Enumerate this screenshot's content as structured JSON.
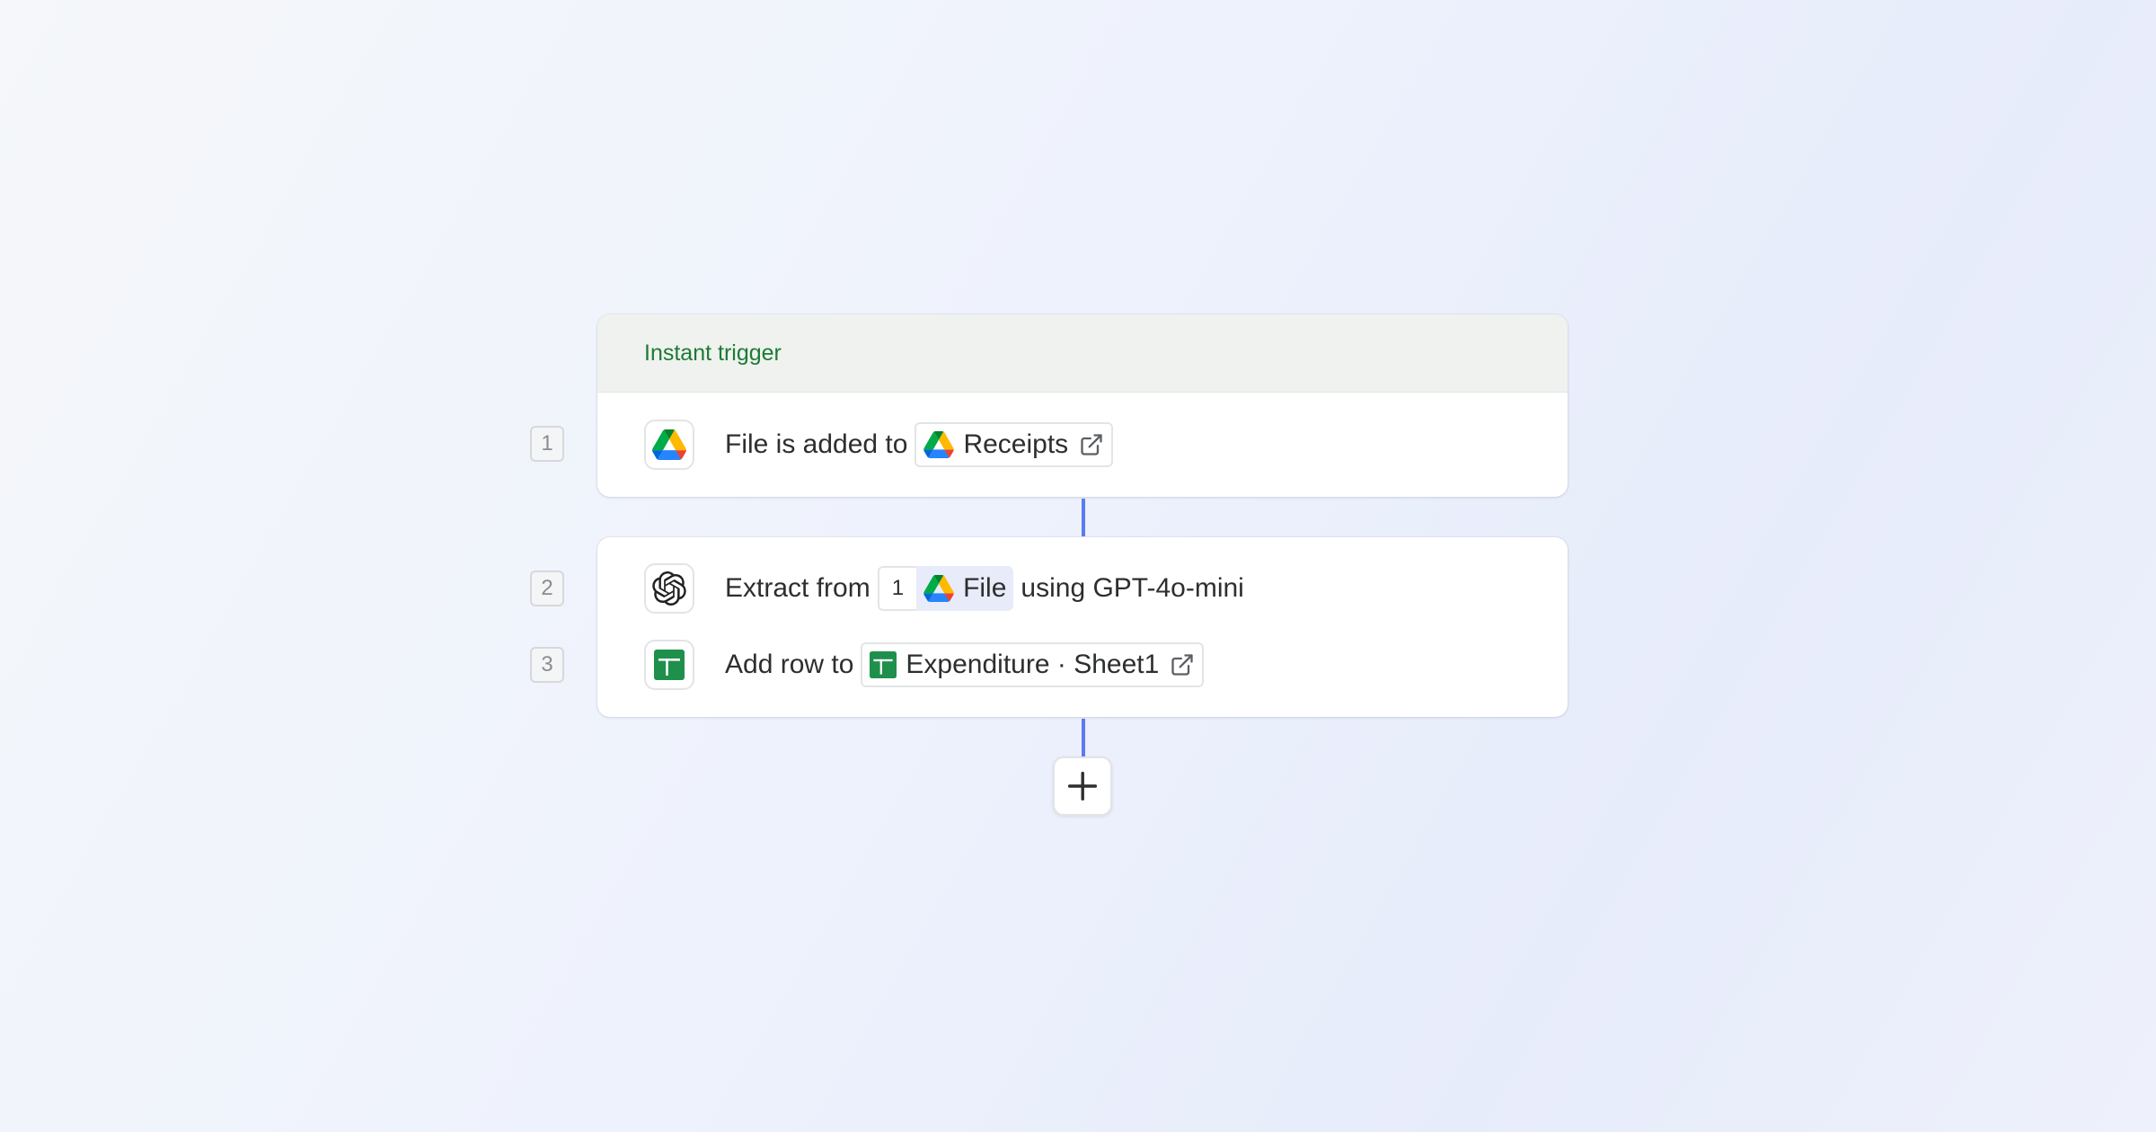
{
  "trigger": {
    "header": "Instant trigger",
    "step_number": "1",
    "action_text": "File is added to",
    "folder_label": "Receipts"
  },
  "steps": [
    {
      "step_number": "2",
      "prefix": "Extract from",
      "var_step": "1",
      "var_label": "File",
      "suffix": "using GPT-4o-mini"
    },
    {
      "step_number": "3",
      "prefix": "Add row to",
      "sheet_label": "Expenditure · Sheet1"
    }
  ],
  "icons": {
    "drive": "google-drive-icon",
    "openai": "openai-icon",
    "sheets": "google-sheets-icon",
    "external": "external-link-icon",
    "add": "plus-icon"
  },
  "colors": {
    "trigger_text": "#1e7a34",
    "connector": "#5b7cf0",
    "variable_bg": "#e8ebfa",
    "sheets_green": "#1f8f4c"
  }
}
